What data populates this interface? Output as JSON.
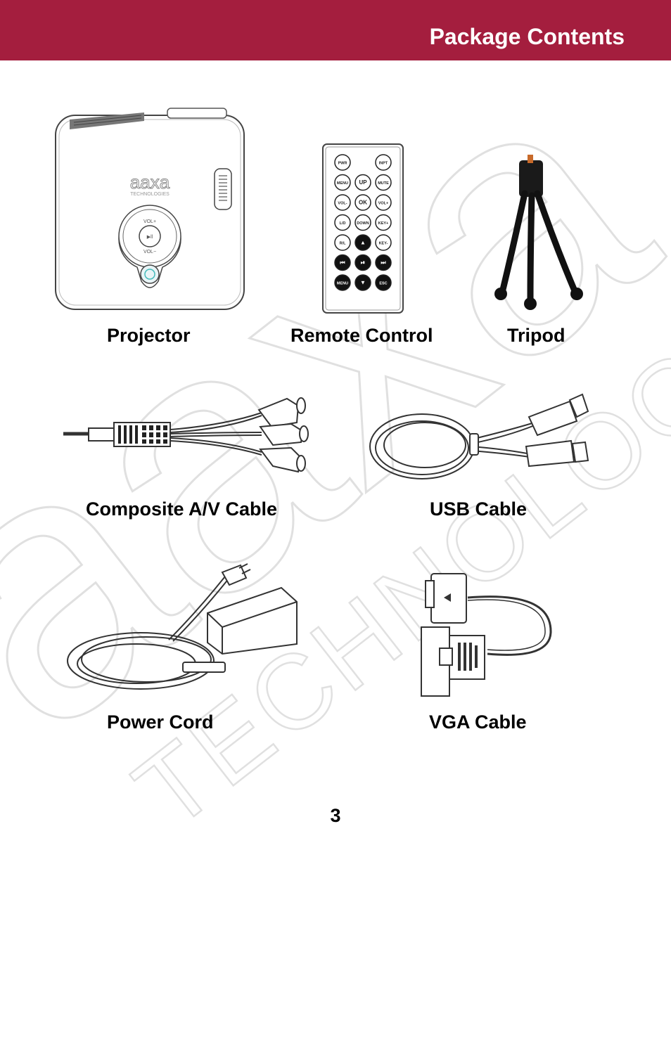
{
  "header": {
    "title": "Package Contents"
  },
  "watermark": {
    "brand": "aaxa",
    "line2": "TECHNOLOGIES"
  },
  "items": [
    {
      "label": "Projector"
    },
    {
      "label": "Remote Control"
    },
    {
      "label": "Tripod"
    },
    {
      "label": "Composite A/V Cable"
    },
    {
      "label": "USB Cable"
    },
    {
      "label": "Power Cord"
    },
    {
      "label": "VGA Cable"
    }
  ],
  "projector": {
    "brand": "aaxa",
    "sub": "TECHNOLOGIES",
    "vol_up": "VOL+",
    "vol_down": "VOL−"
  },
  "remote": {
    "rows": [
      [
        "PWR",
        "",
        "INPT"
      ],
      [
        "MENU",
        "UP",
        "MUTE"
      ],
      [
        "VOL-",
        "OK",
        "VOL+"
      ],
      [
        "L/D",
        "DOWN",
        "KEY+"
      ],
      [
        "R/L",
        "▲",
        "KEY-"
      ],
      [
        "⏮",
        "⏯",
        "⏭"
      ],
      [
        "MENU",
        "▼",
        "ESC"
      ]
    ]
  },
  "page": {
    "number": "3"
  },
  "colors": {
    "header": "#a41e3e",
    "watermark": "#e2e2e2"
  }
}
